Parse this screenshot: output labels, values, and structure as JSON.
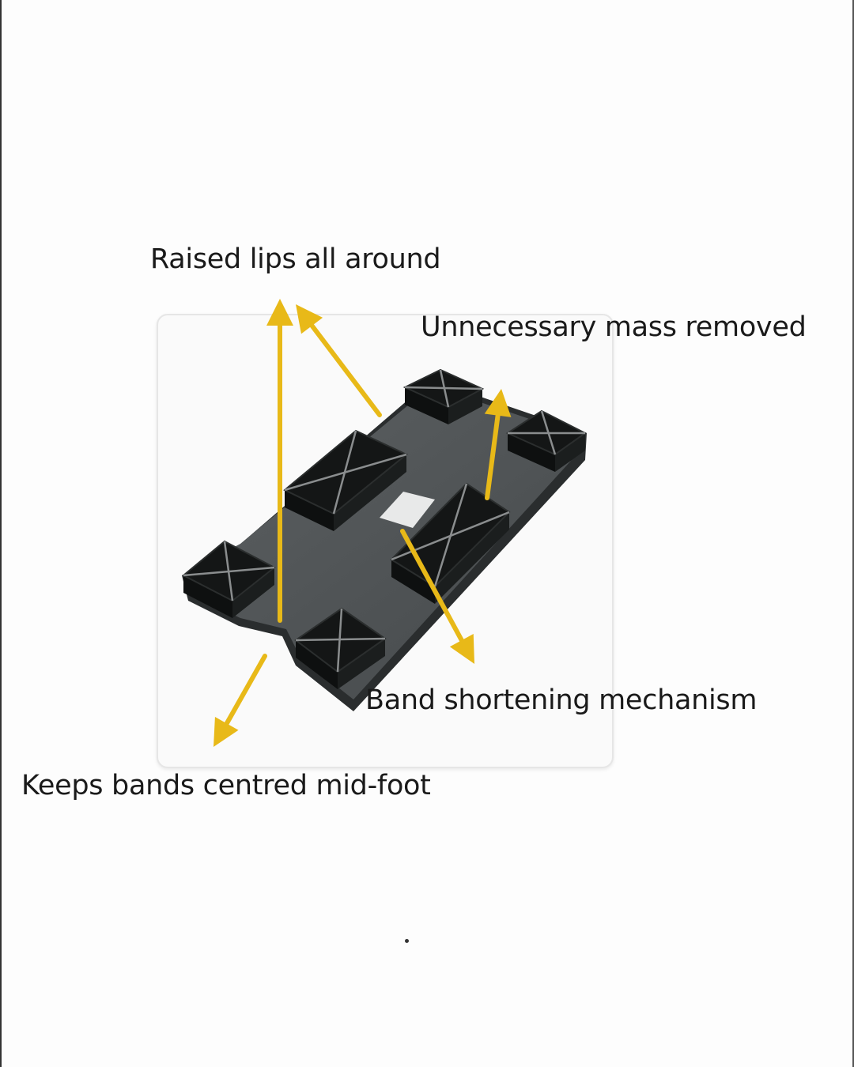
{
  "labels": {
    "raised_lips": "Raised lips all around",
    "mass_removed": "Unnecessary mass removed",
    "band_shortening": "Band shortening mechanism",
    "centred": "Keeps bands centred mid-foot"
  },
  "colors": {
    "arrow": "#e8b918",
    "plate": "#505456",
    "block": "#141616",
    "rib": "#8a8d8e"
  }
}
